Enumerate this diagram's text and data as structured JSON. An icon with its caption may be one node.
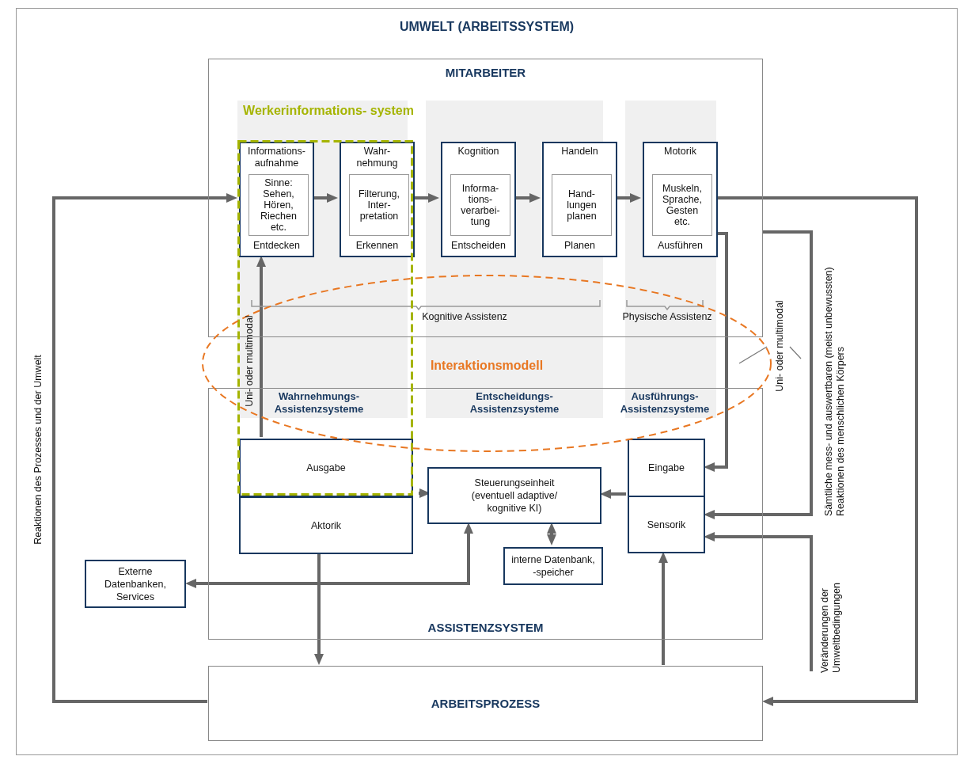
{
  "diagram": {
    "nodes": [
      {
        "text": [
          "UMWELT (ARBEITSSYSTEM)"
        ]
      },
      {
        "text": [
          "MITARBEITER"
        ],
        "in": 0
      },
      {
        "text": [
          "Informations- aufnahme",
          "Entdecken"
        ],
        "in": 1
      },
      {
        "text": [
          "Sinne: Sehen, Hören, Riechen etc."
        ],
        "in": 2
      },
      {
        "text": [
          "Wahr- nehmung",
          "Erkennen"
        ],
        "in": 1
      },
      {
        "text": [
          "Filterung, Inter- pretation"
        ],
        "in": 4
      },
      {
        "text": [
          "Kognition",
          "Entscheiden"
        ],
        "in": 1
      },
      {
        "text": [
          "Informa- tions- verarbei- tung"
        ],
        "in": 6
      },
      {
        "text": [
          "Handeln",
          "Planen"
        ],
        "in": 1
      },
      {
        "text": [
          "Hand- lungen planen"
        ],
        "in": 8
      },
      {
        "text": [
          "Motorik",
          "Ausführen"
        ],
        "in": 1
      },
      {
        "text": [
          "Muskeln, Sprache, Gesten etc."
        ],
        "in": 10
      },
      {
        "text": [
          "ASSISTENZSYSTEM"
        ],
        "in": 0
      },
      {
        "text": [
          "Ausgabe"
        ],
        "in": 12
      },
      {
        "text": [
          "Aktorik"
        ],
        "in": 12
      },
      {
        "text": [
          "Steuerungseinheit (eventuell adaptive/ kognitive KI)"
        ],
        "in": 12
      },
      {
        "text": [
          "interne Datenbank, -speicher"
        ],
        "in": 12
      },
      {
        "text": [
          "Eingabe"
        ],
        "in": 12
      },
      {
        "text": [
          "Sensorik"
        ],
        "in": 12
      },
      {
        "text": [
          "Externe Datenbanken, Services"
        ],
        "in": 0
      },
      {
        "text": [
          "ARBEITSPROZESS"
        ],
        "in": 0
      }
    ],
    "edges": [
      {
        "from": 20,
        "to": 2,
        "arrow": "to"
      },
      {
        "from": 2,
        "to": 4,
        "arrow": "to"
      },
      {
        "from": 4,
        "to": 6,
        "arrow": "to"
      },
      {
        "from": 6,
        "to": 8,
        "arrow": "to"
      },
      {
        "from": 8,
        "to": 10,
        "arrow": "to"
      },
      {
        "from": 10,
        "to": 20,
        "arrow": "to"
      },
      {
        "from": 10,
        "to": 17,
        "arrow": "to"
      },
      {
        "from": 1,
        "to": 18,
        "arrow": "to"
      },
      {
        "from": null,
        "to": 18,
        "arrow": "to"
      },
      {
        "from": 13,
        "to": 2,
        "arrow": "to"
      },
      {
        "from": 15,
        "to": 13,
        "arrow": "to"
      },
      {
        "from": 17,
        "to": 15,
        "arrow": "to"
      },
      {
        "from": 15,
        "to": 16,
        "arrow": "both"
      },
      {
        "from": 15,
        "to": 19,
        "arrow": "both"
      },
      {
        "from": 14,
        "to": 20,
        "arrow": "to"
      },
      {
        "from": 20,
        "to": 18,
        "arrow": "to"
      }
    ],
    "labels": [
      "Werkerinformations- system",
      "Kognitive Assistenz",
      "Physische Assistenz",
      "Uni- oder multimodal",
      "Uni- oder multimodal",
      "Interaktionsmodell",
      "Wahrnehmungs- Assistenzsysteme",
      "Entscheidungs- Assistenzsysteme",
      "Ausführungs- Assistenzsysteme",
      "Reaktionen des Prozesses und der Umwelt",
      "Sämtliche mess- und auswertbaren (meist unbewussten) Reaktionen des menschlichen Körpers",
      "Veränderungen der Umweltbedingungen"
    ]
  }
}
